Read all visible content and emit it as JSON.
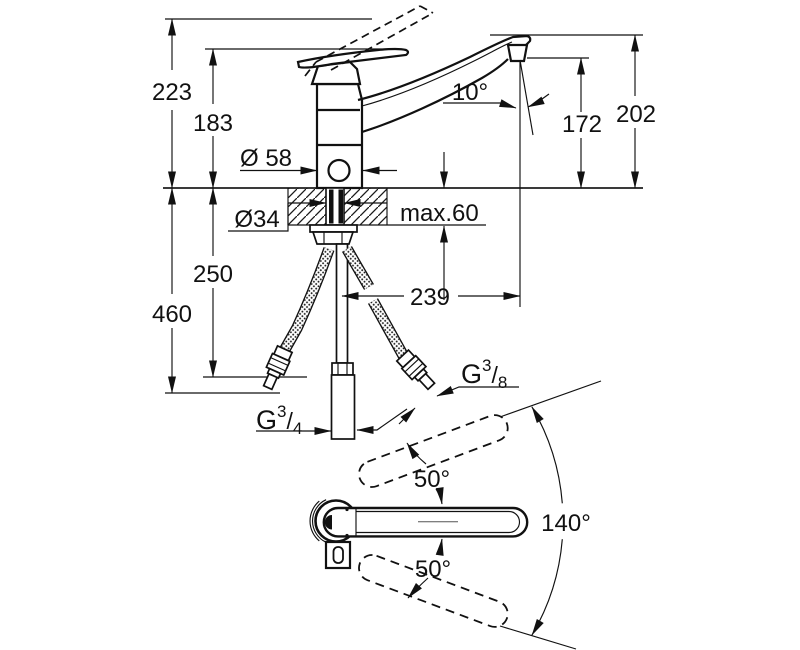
{
  "side_view": {
    "labels": {
      "overall_height": "223",
      "body_height": "183",
      "base_diameter": "Ø 58",
      "hole_diameter": "Ø34",
      "max_counter_thickness": "max.60",
      "connection_length": "250",
      "hose_length": "460",
      "spout_reach": "239",
      "stream_angle": "10°",
      "aerator_height": "172",
      "spout_height": "202",
      "supply_thread": {
        "g": "G",
        "num": "3",
        "slash": "/",
        "den": "4"
      },
      "hose_thread": {
        "g": "G",
        "num": "3",
        "slash": "/",
        "den": "8"
      }
    }
  },
  "top_view": {
    "labels": {
      "swivel_up": "50°",
      "swivel_range": "140°",
      "swivel_down": "50°"
    }
  }
}
